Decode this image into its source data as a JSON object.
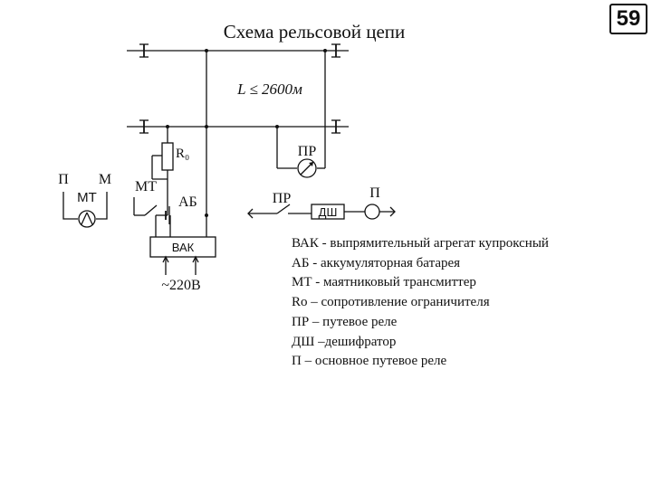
{
  "title": "Схема рельсовой цепи",
  "page_number": "59",
  "diagram": {
    "length_label": "L ≤ 2600м",
    "insulator_mark": "I",
    "resistor_label": "R₀",
    "label_P": "П",
    "label_M": "М",
    "label_MT_top": "МТ",
    "label_MT_box": "МТ",
    "label_AB": "АБ",
    "label_PR_top": "ПР",
    "label_PR_contact": "ПР",
    "label_DSh": "ДШ",
    "label_P_right": "П",
    "label_VAK": "ВАК",
    "label_supply": "~220В"
  },
  "legend": [
    "ВАК - выпрямительный агрегат купроксный",
    "АБ - аккумуляторная батарея",
    "МТ - маятниковый трансмиттер",
    "Ro – сопротивление ограничителя",
    "ПР – путевое реле",
    "ДШ –дешифратор",
    "П – основное путевое реле"
  ]
}
